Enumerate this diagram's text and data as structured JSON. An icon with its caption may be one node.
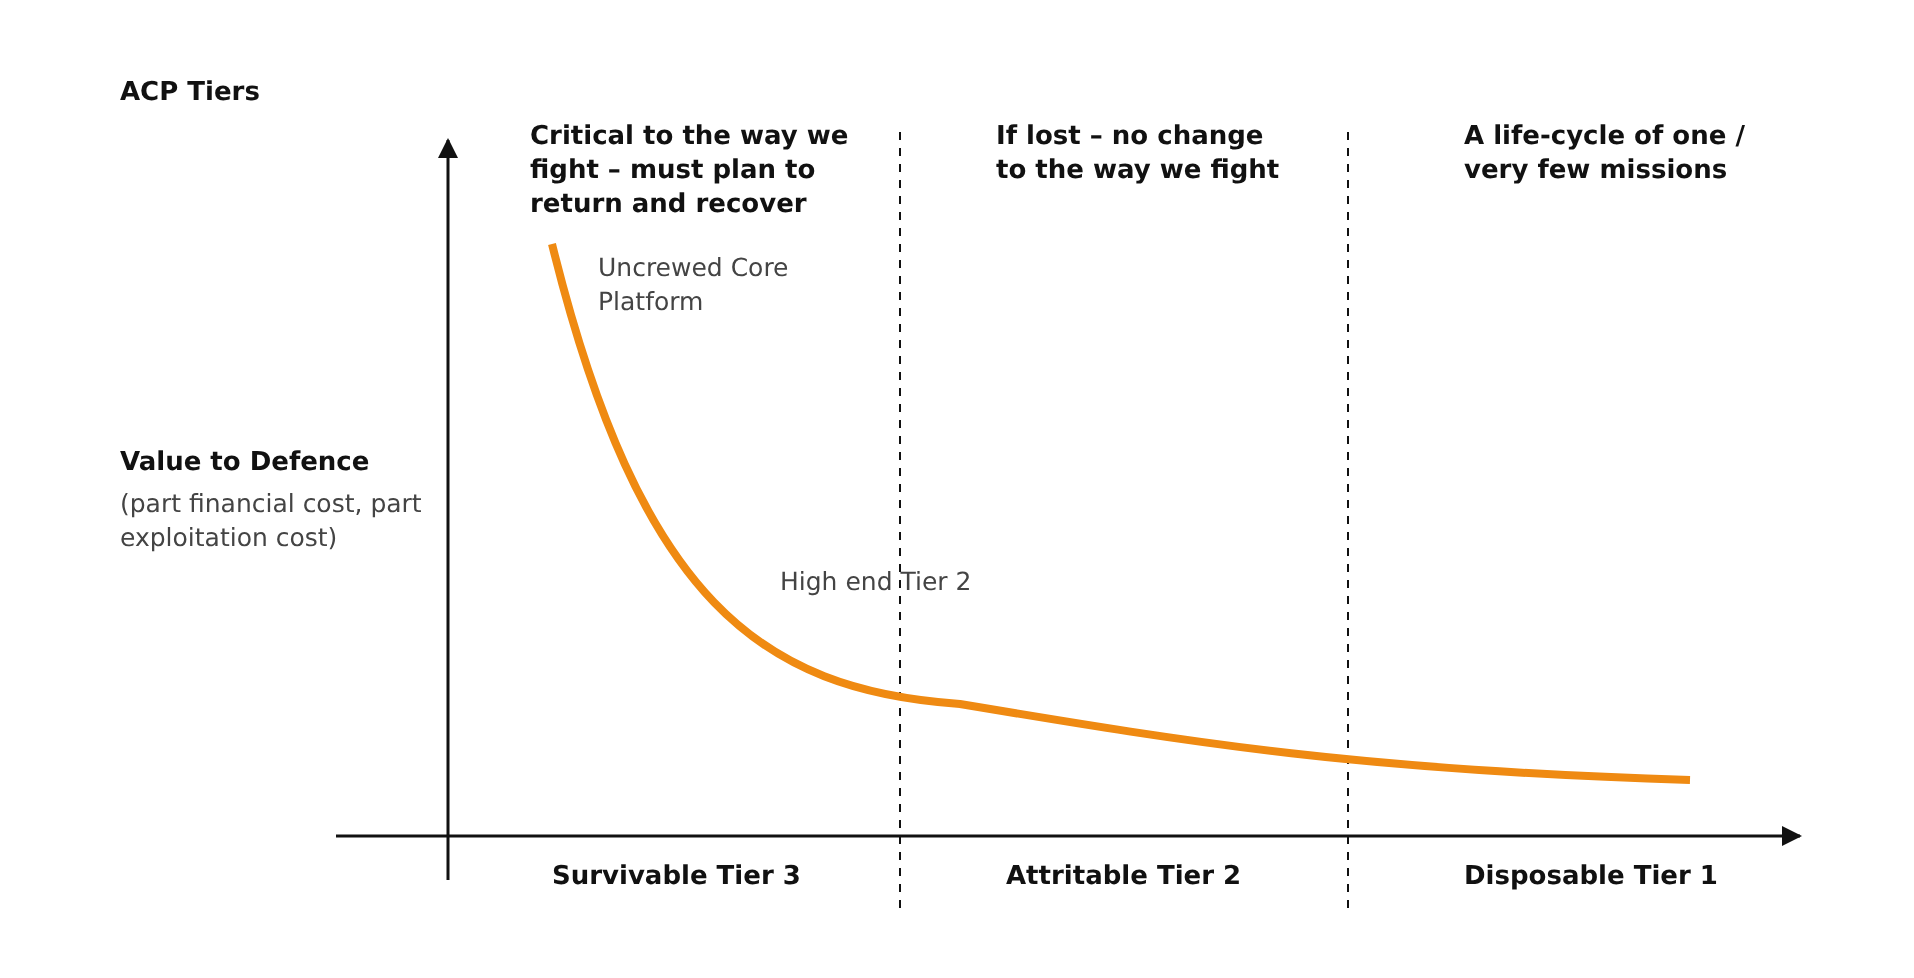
{
  "diagram": {
    "title": "ACP Tiers",
    "labels": [
      "Critical to the way we fight – must plan to return and recover",
      "If lost – no change to the way we fight",
      "A life-cycle of one / very few missions",
      "Value to Defence",
      "(part financial cost, part exploitation cost)",
      "Uncrewed Core Platform",
      "High end Tier 2",
      "Survivable Tier 3",
      "Attritable Tier 2",
      "Disposable Tier 1"
    ]
  }
}
